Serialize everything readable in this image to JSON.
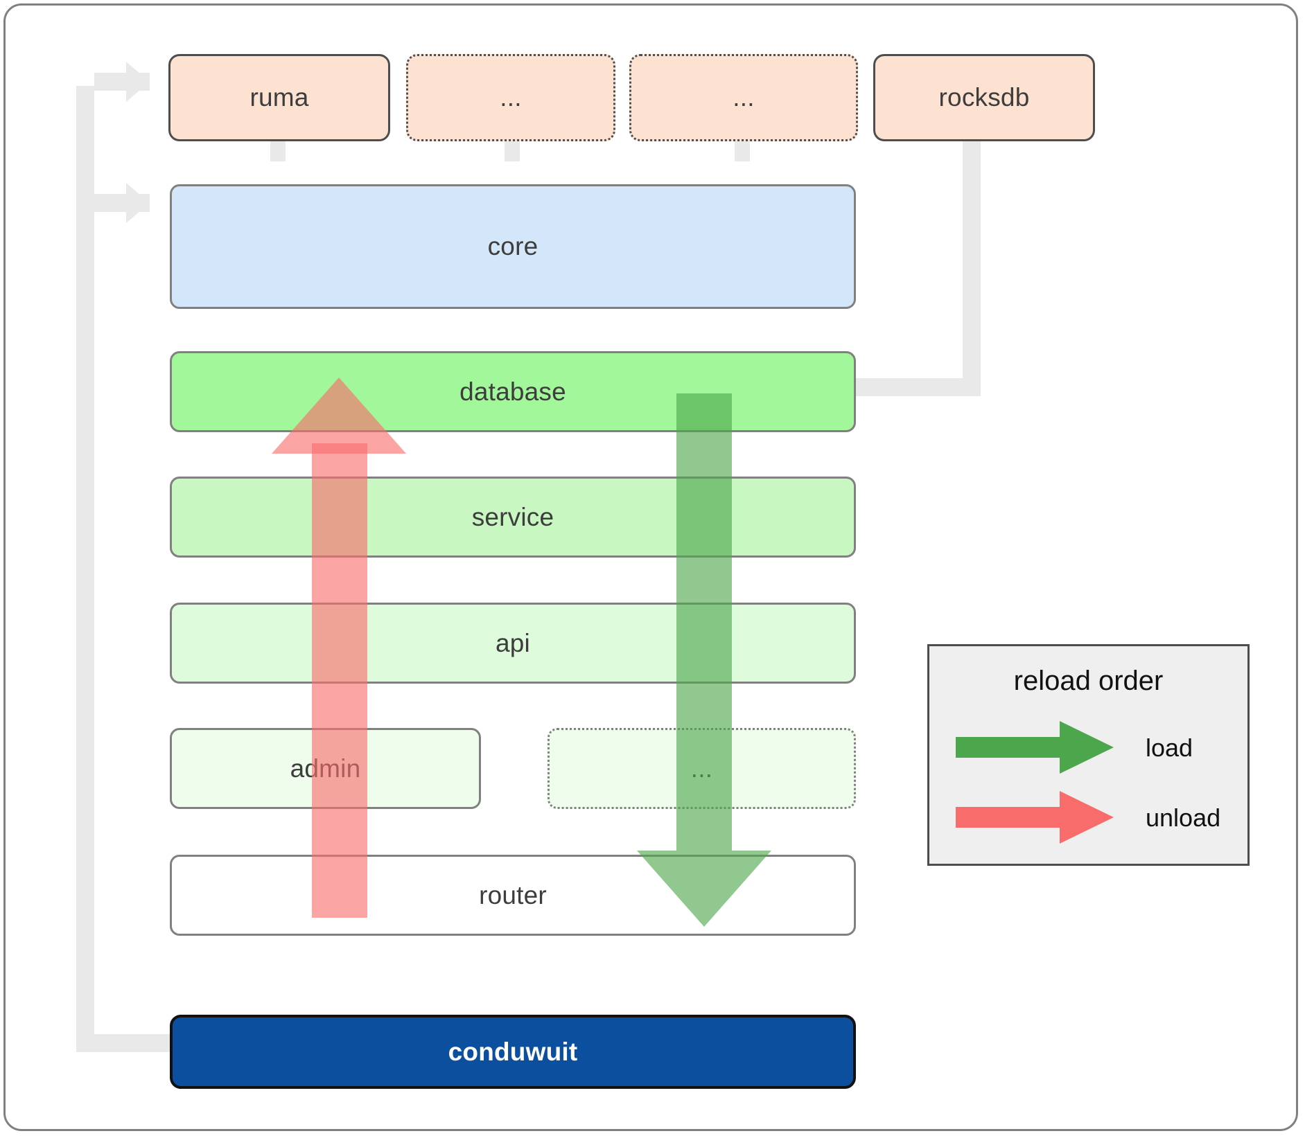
{
  "diagram": {
    "title": "conduwuit crate layer / reload order diagram",
    "colors": {
      "frame_border": "#808080",
      "dependency_fill": "#fde2d2",
      "dependency_border": "#4d4d4d",
      "core_fill": "#d4e6f9",
      "database_fill": "#a1f79a",
      "service_fill": "#c8f7c2",
      "api_fill": "#defbdb",
      "admin_fill": "#eefdec",
      "router_fill": "#ffffff",
      "root_fill": "#0b4f9e",
      "root_text": "#ffffff",
      "connector_grey": "#e9e9e9",
      "load_green": "#4ca64c",
      "unload_red": "#f96c6c",
      "legend_bg": "#efefef",
      "legend_border": "#4d4d4d",
      "label_text": "#3d3d3d"
    },
    "dependencies": [
      {
        "label": "ruma",
        "style": "solid"
      },
      {
        "label": "...",
        "style": "dotted"
      },
      {
        "label": "...",
        "style": "dotted"
      },
      {
        "label": "rocksdb",
        "style": "solid"
      }
    ],
    "layers": [
      {
        "label": "core",
        "style": "solid"
      },
      {
        "label": "database",
        "style": "solid"
      },
      {
        "label": "service",
        "style": "solid"
      },
      {
        "label": "api",
        "style": "solid"
      },
      {
        "label": "admin",
        "style": "solid"
      },
      {
        "label": "...",
        "style": "dotted"
      },
      {
        "label": "router",
        "style": "solid"
      }
    ],
    "root": {
      "label": "conduwuit"
    },
    "legend": {
      "title": "reload order",
      "entries": [
        {
          "label": "load",
          "color": "#4ca64c"
        },
        {
          "label": "unload",
          "color": "#f96c6c"
        }
      ]
    }
  }
}
